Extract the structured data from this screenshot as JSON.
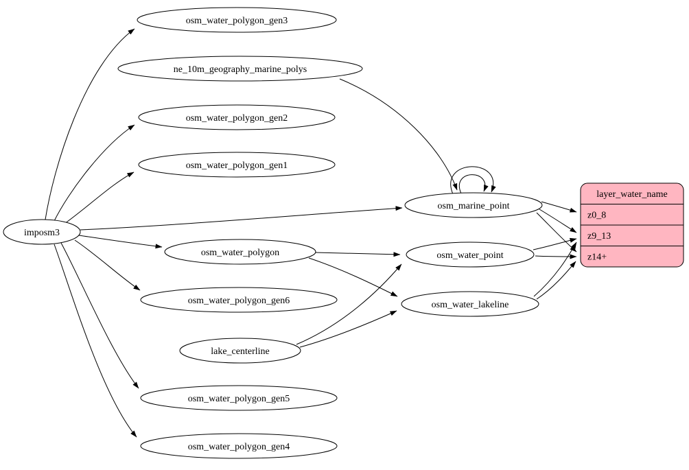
{
  "diagram": {
    "type": "etl-flow-graph",
    "colors": {
      "background": "#ffffff",
      "node_fill": "#ffffff",
      "node_stroke": "#000000",
      "edge_color": "#000000",
      "record_fill": "#ffb6c1"
    },
    "nodes": {
      "imposm3": "imposm3",
      "osm_water_polygon_gen3": "osm_water_polygon_gen3",
      "ne_10m_geography_marine_polys": "ne_10m_geography_marine_polys",
      "osm_water_polygon_gen2": "osm_water_polygon_gen2",
      "osm_water_polygon_gen1": "osm_water_polygon_gen1",
      "osm_marine_point": "osm_marine_point",
      "osm_water_polygon": "osm_water_polygon",
      "osm_water_point": "osm_water_point",
      "osm_water_polygon_gen6": "osm_water_polygon_gen6",
      "osm_water_lakeline": "osm_water_lakeline",
      "lake_centerline": "lake_centerline",
      "osm_water_polygon_gen5": "osm_water_polygon_gen5",
      "osm_water_polygon_gen4": "osm_water_polygon_gen4"
    },
    "record": {
      "header": "layer_water_name",
      "rows": [
        "z0_8",
        "z9_13",
        "z14+"
      ]
    },
    "edges": [
      {
        "from": "imposm3",
        "to": "osm_water_polygon_gen3"
      },
      {
        "from": "imposm3",
        "to": "osm_water_polygon_gen2"
      },
      {
        "from": "imposm3",
        "to": "osm_water_polygon_gen1"
      },
      {
        "from": "imposm3",
        "to": "osm_marine_point"
      },
      {
        "from": "imposm3",
        "to": "osm_water_polygon"
      },
      {
        "from": "imposm3",
        "to": "osm_water_polygon_gen6"
      },
      {
        "from": "imposm3",
        "to": "osm_water_polygon_gen5"
      },
      {
        "from": "imposm3",
        "to": "osm_water_polygon_gen4"
      },
      {
        "from": "ne_10m_geography_marine_polys",
        "to": "osm_marine_point"
      },
      {
        "from": "osm_marine_point",
        "to": "osm_marine_point"
      },
      {
        "from": "osm_marine_point",
        "to": "osm_marine_point"
      },
      {
        "from": "osm_water_polygon",
        "to": "osm_water_point"
      },
      {
        "from": "osm_water_polygon",
        "to": "osm_water_lakeline"
      },
      {
        "from": "lake_centerline",
        "to": "osm_water_point"
      },
      {
        "from": "lake_centerline",
        "to": "osm_water_lakeline"
      },
      {
        "from": "osm_marine_point",
        "to": "layer_water_name:z0_8"
      },
      {
        "from": "osm_marine_point",
        "to": "layer_water_name:z9_13"
      },
      {
        "from": "osm_marine_point",
        "to": "layer_water_name:z14+"
      },
      {
        "from": "osm_water_point",
        "to": "layer_water_name:z9_13"
      },
      {
        "from": "osm_water_point",
        "to": "layer_water_name:z14+"
      },
      {
        "from": "osm_water_lakeline",
        "to": "layer_water_name:z9_13"
      },
      {
        "from": "osm_water_lakeline",
        "to": "layer_water_name:z14+"
      }
    ]
  }
}
